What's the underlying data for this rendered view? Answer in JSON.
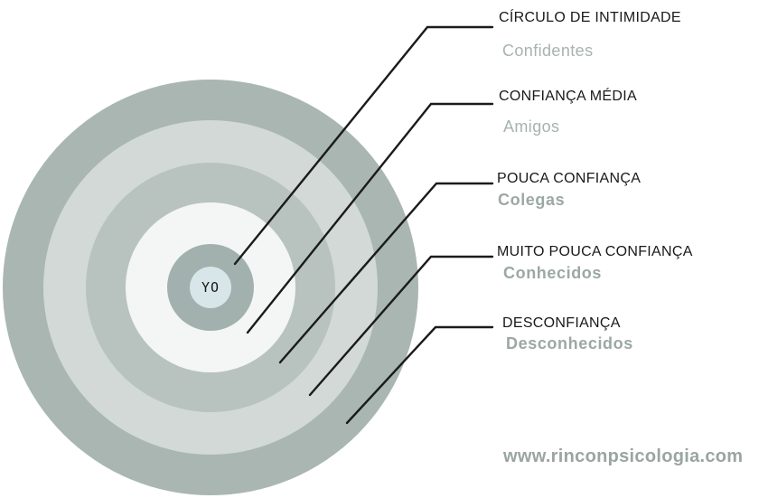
{
  "diagram": {
    "center_label": "YO",
    "colors": {
      "outer_ring": "#a9b6b2",
      "ring_2": "#d2d9d6",
      "ring_3": "#b8c3c0",
      "ring_4": "#f3f6f5",
      "inner_circle": "#a2b1ae",
      "center_circle": "#d8e6ea",
      "connector_line": "#1b1b1b",
      "title_text": "#191919",
      "sublabel_light": "#a7b3af",
      "sublabel_bold": "#9ca8a5",
      "watermark": "#9aa5a2"
    },
    "labels": [
      {
        "title": "CÍRCULO DE INTIMIDADE",
        "subtitle": "Confidentes"
      },
      {
        "title": "CONFIANÇA MÉDIA",
        "subtitle": "Amigos"
      },
      {
        "title": "POUCA CONFIANÇA",
        "subtitle": "Colegas"
      },
      {
        "title": "MUITO POUCA CONFIANÇA",
        "subtitle": "Conhecidos"
      },
      {
        "title": "DESCONFIANÇA",
        "subtitle": "Desconhecidos"
      }
    ]
  },
  "watermark": {
    "text": "www.rinconpsicologia.com"
  }
}
